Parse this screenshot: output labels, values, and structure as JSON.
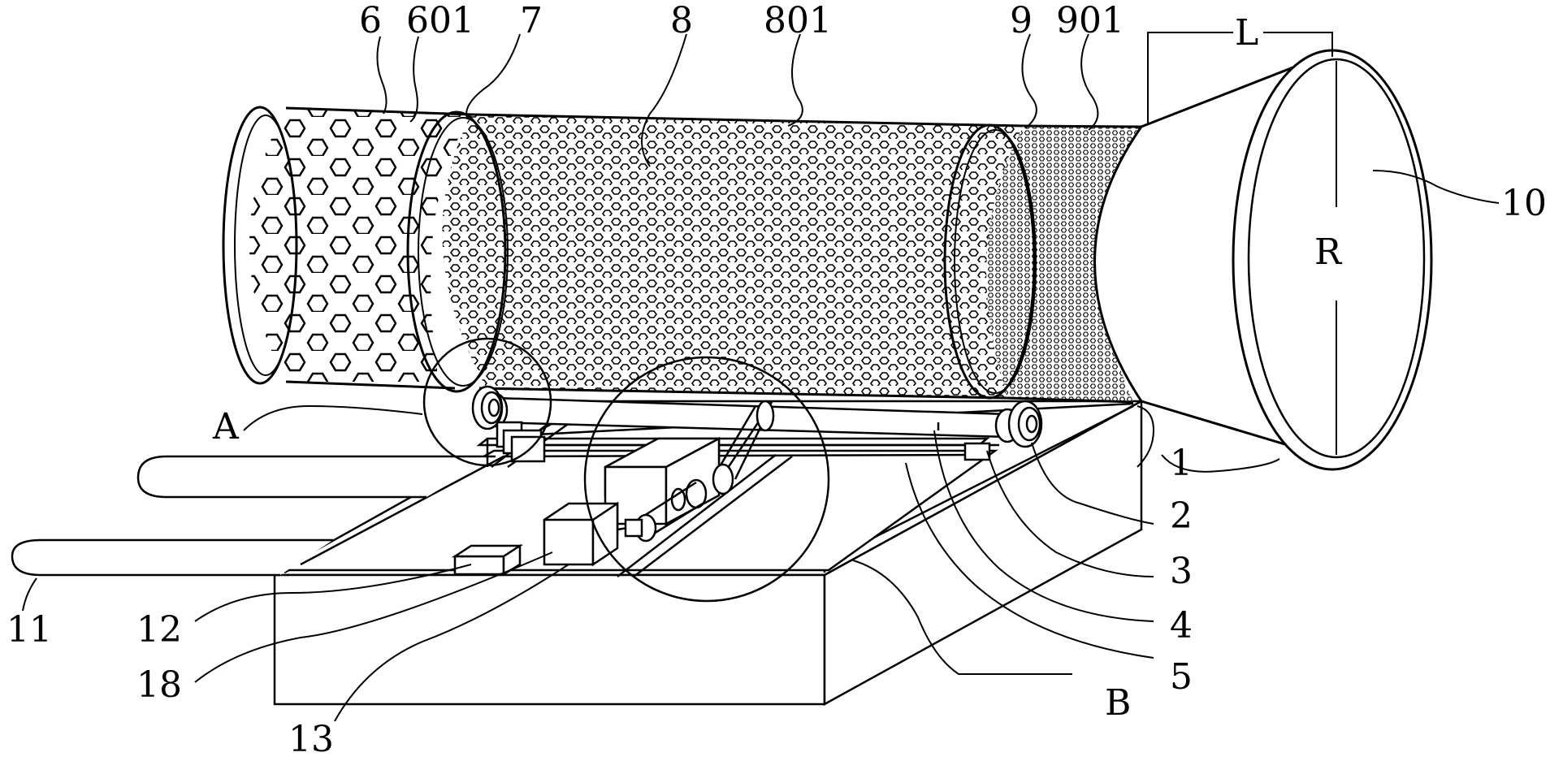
{
  "diagram": {
    "stroke_color": "#000000",
    "background": "#ffffff",
    "labels": {
      "n1": "1",
      "n2": "2",
      "n3": "3",
      "n4": "4",
      "n5": "5",
      "n6": "6",
      "n601": "601",
      "n7": "7",
      "n8": "8",
      "n801": "801",
      "n9": "9",
      "n901": "901",
      "n10": "10",
      "n11": "11",
      "n12": "12",
      "n13": "13",
      "n18": "18",
      "A": "A",
      "B": "B",
      "L": "L",
      "R": "R"
    }
  }
}
